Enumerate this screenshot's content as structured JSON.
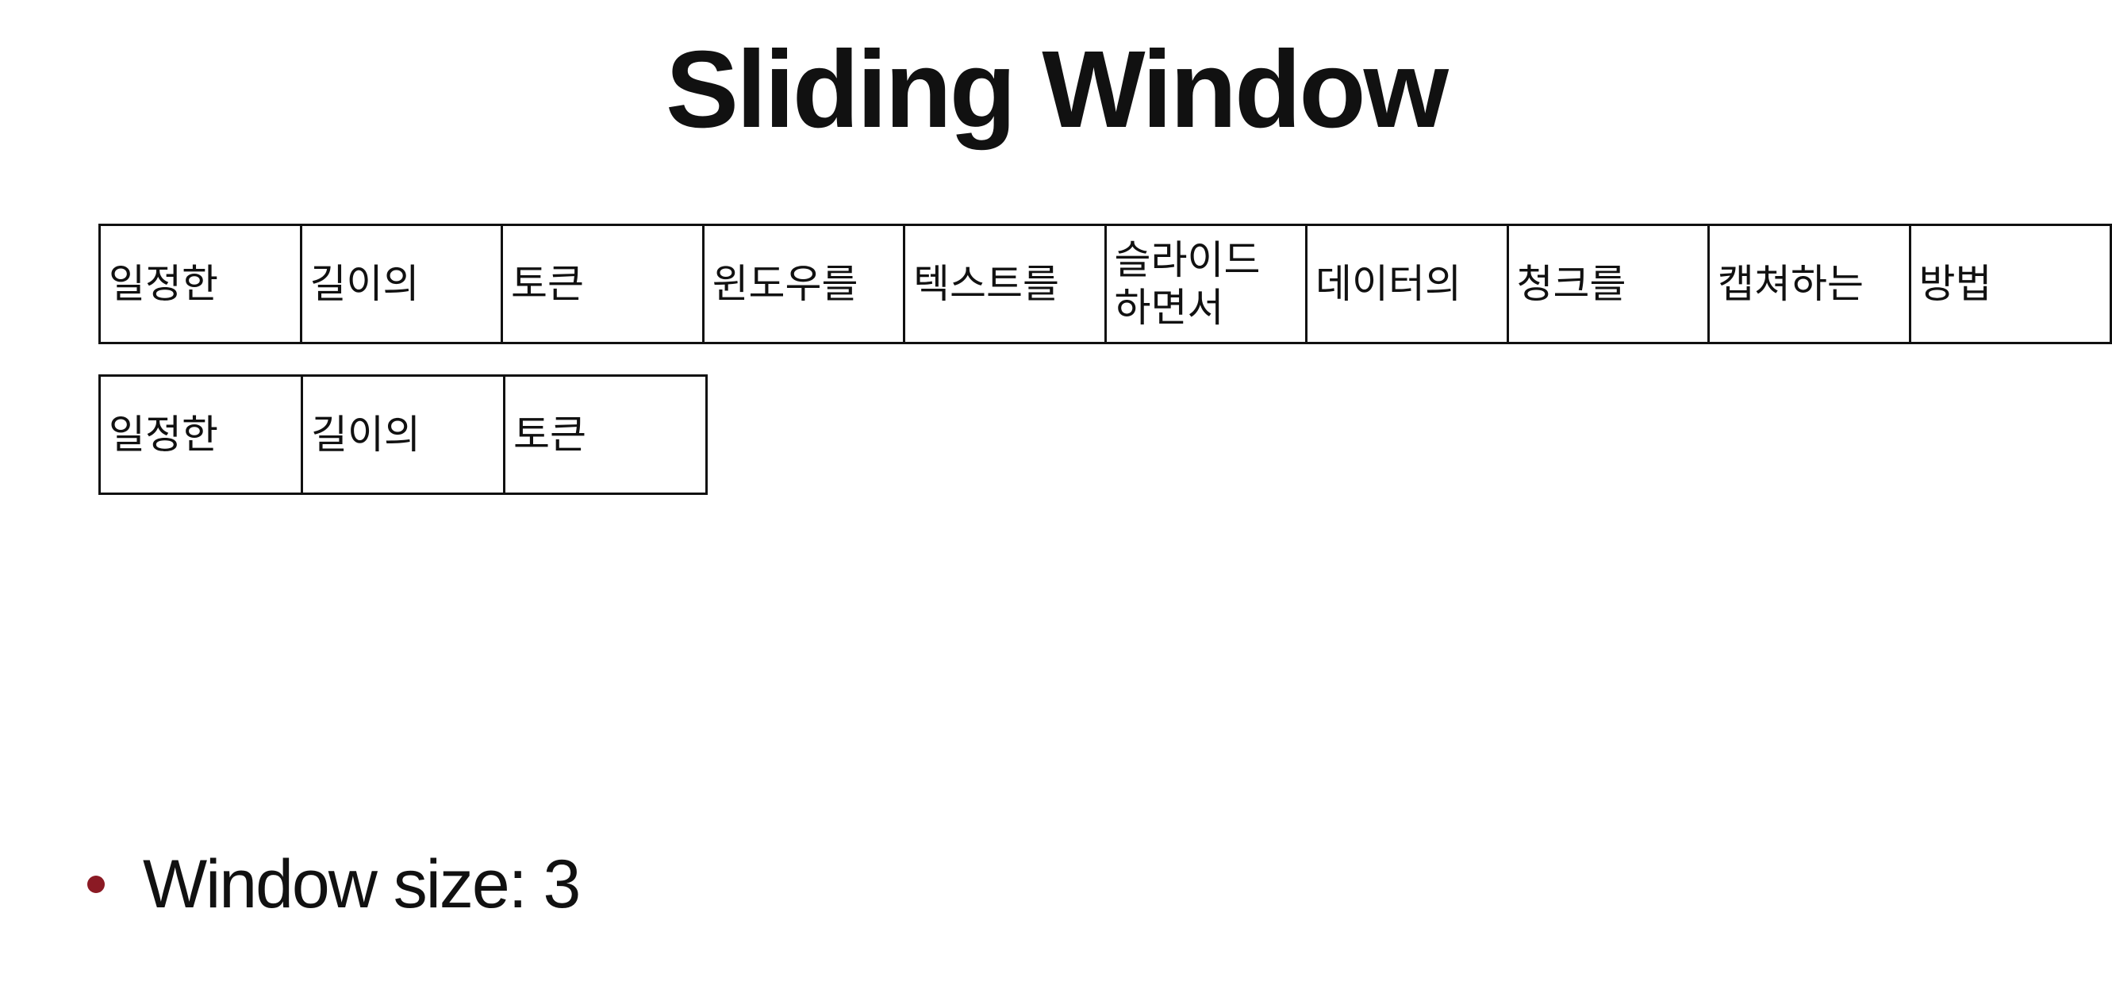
{
  "slide": {
    "title": "Sliding Window"
  },
  "sentence_tokens": [
    "일정한",
    "길이의",
    "토큰",
    "윈도우를",
    "텍스트를",
    "슬라이드\n하면서",
    "데이터의",
    "청크를",
    "캡쳐하는",
    "방법"
  ],
  "window_tokens": [
    "일정한",
    "길이의",
    "토큰"
  ],
  "bullet": {
    "text": "Window size: 3"
  },
  "colors": {
    "bullet_dot": "#8b1a24",
    "text": "#111111",
    "border": "#111111"
  }
}
